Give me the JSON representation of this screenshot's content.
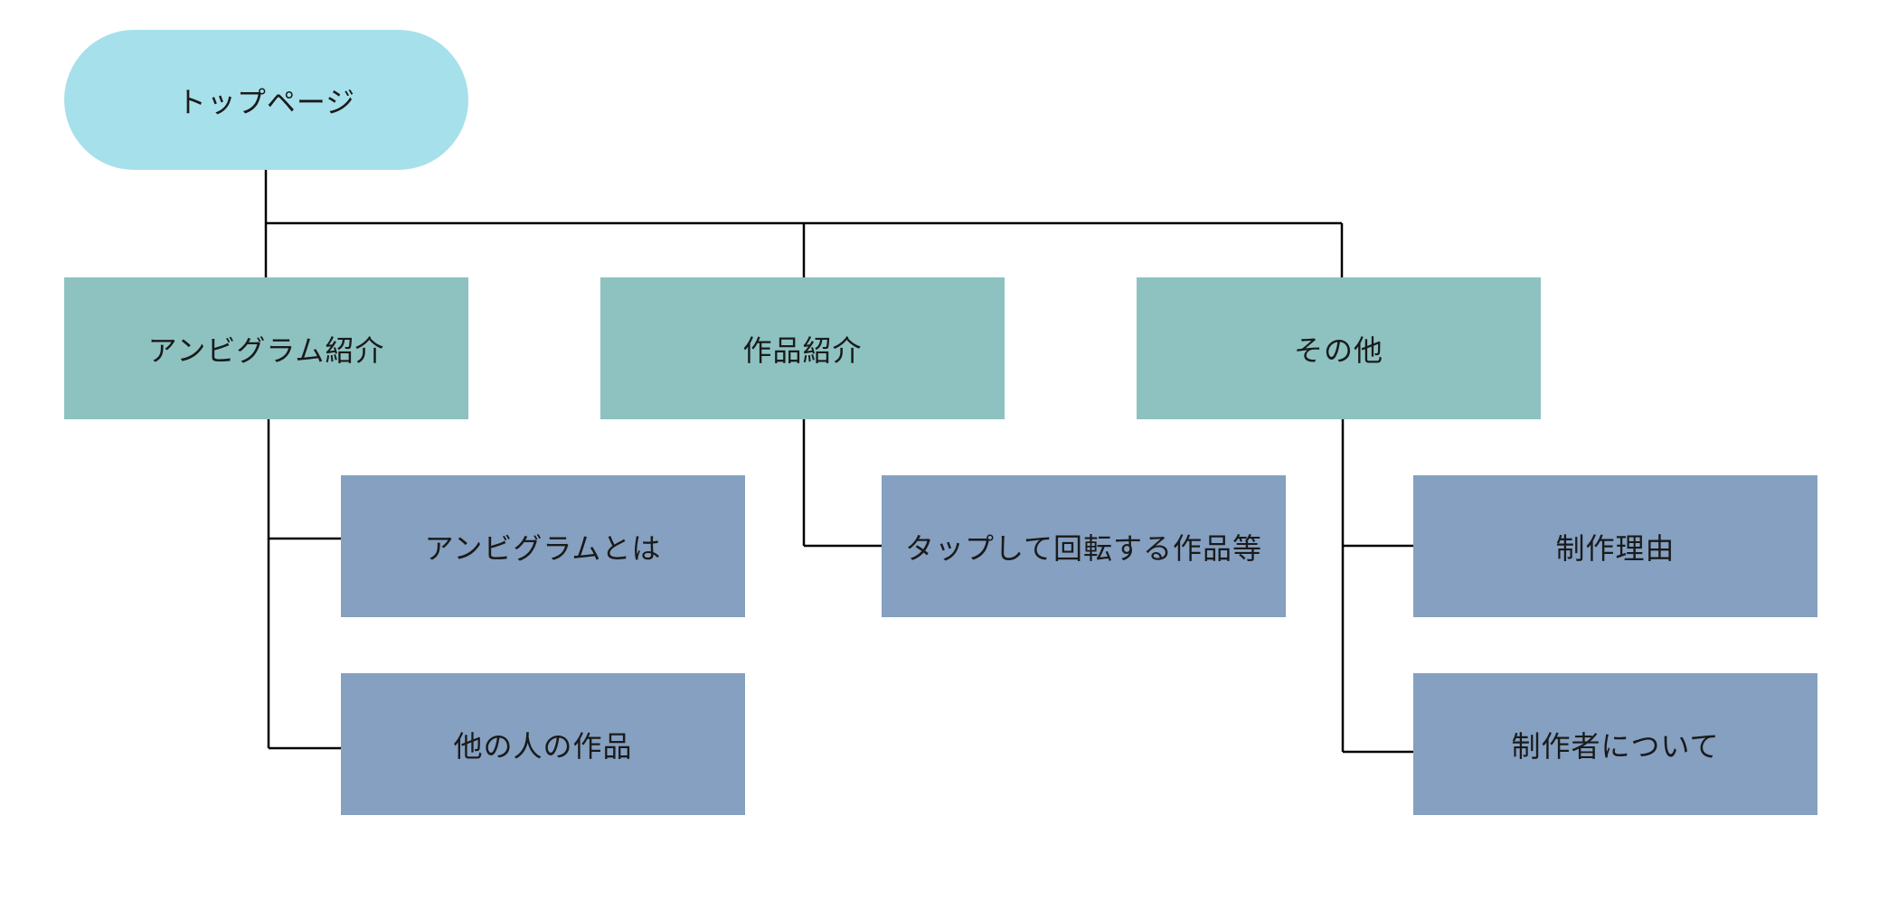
{
  "colors": {
    "root_fill": "#a6e0eb",
    "level1_fill": "#8dc2c1",
    "level2_fill": "#85a0c0",
    "line": "#000000"
  },
  "nodes": {
    "root": {
      "label": "トップページ"
    },
    "ambigram_intro": {
      "label": "アンビグラム紹介"
    },
    "works_intro": {
      "label": "作品紹介"
    },
    "other": {
      "label": "その他"
    },
    "what_is_ambigram": {
      "label": "アンビグラムとは"
    },
    "others_works": {
      "label": "他の人の作品"
    },
    "tap_rotate_works": {
      "label": "タップして回転する作品等"
    },
    "creation_reason": {
      "label": "制作理由"
    },
    "about_creator": {
      "label": "制作者について"
    }
  },
  "edges": [
    [
      "root",
      "ambigram_intro"
    ],
    [
      "root",
      "works_intro"
    ],
    [
      "root",
      "other"
    ],
    [
      "ambigram_intro",
      "what_is_ambigram"
    ],
    [
      "ambigram_intro",
      "others_works"
    ],
    [
      "works_intro",
      "tap_rotate_works"
    ],
    [
      "other",
      "creation_reason"
    ],
    [
      "other",
      "about_creator"
    ]
  ]
}
